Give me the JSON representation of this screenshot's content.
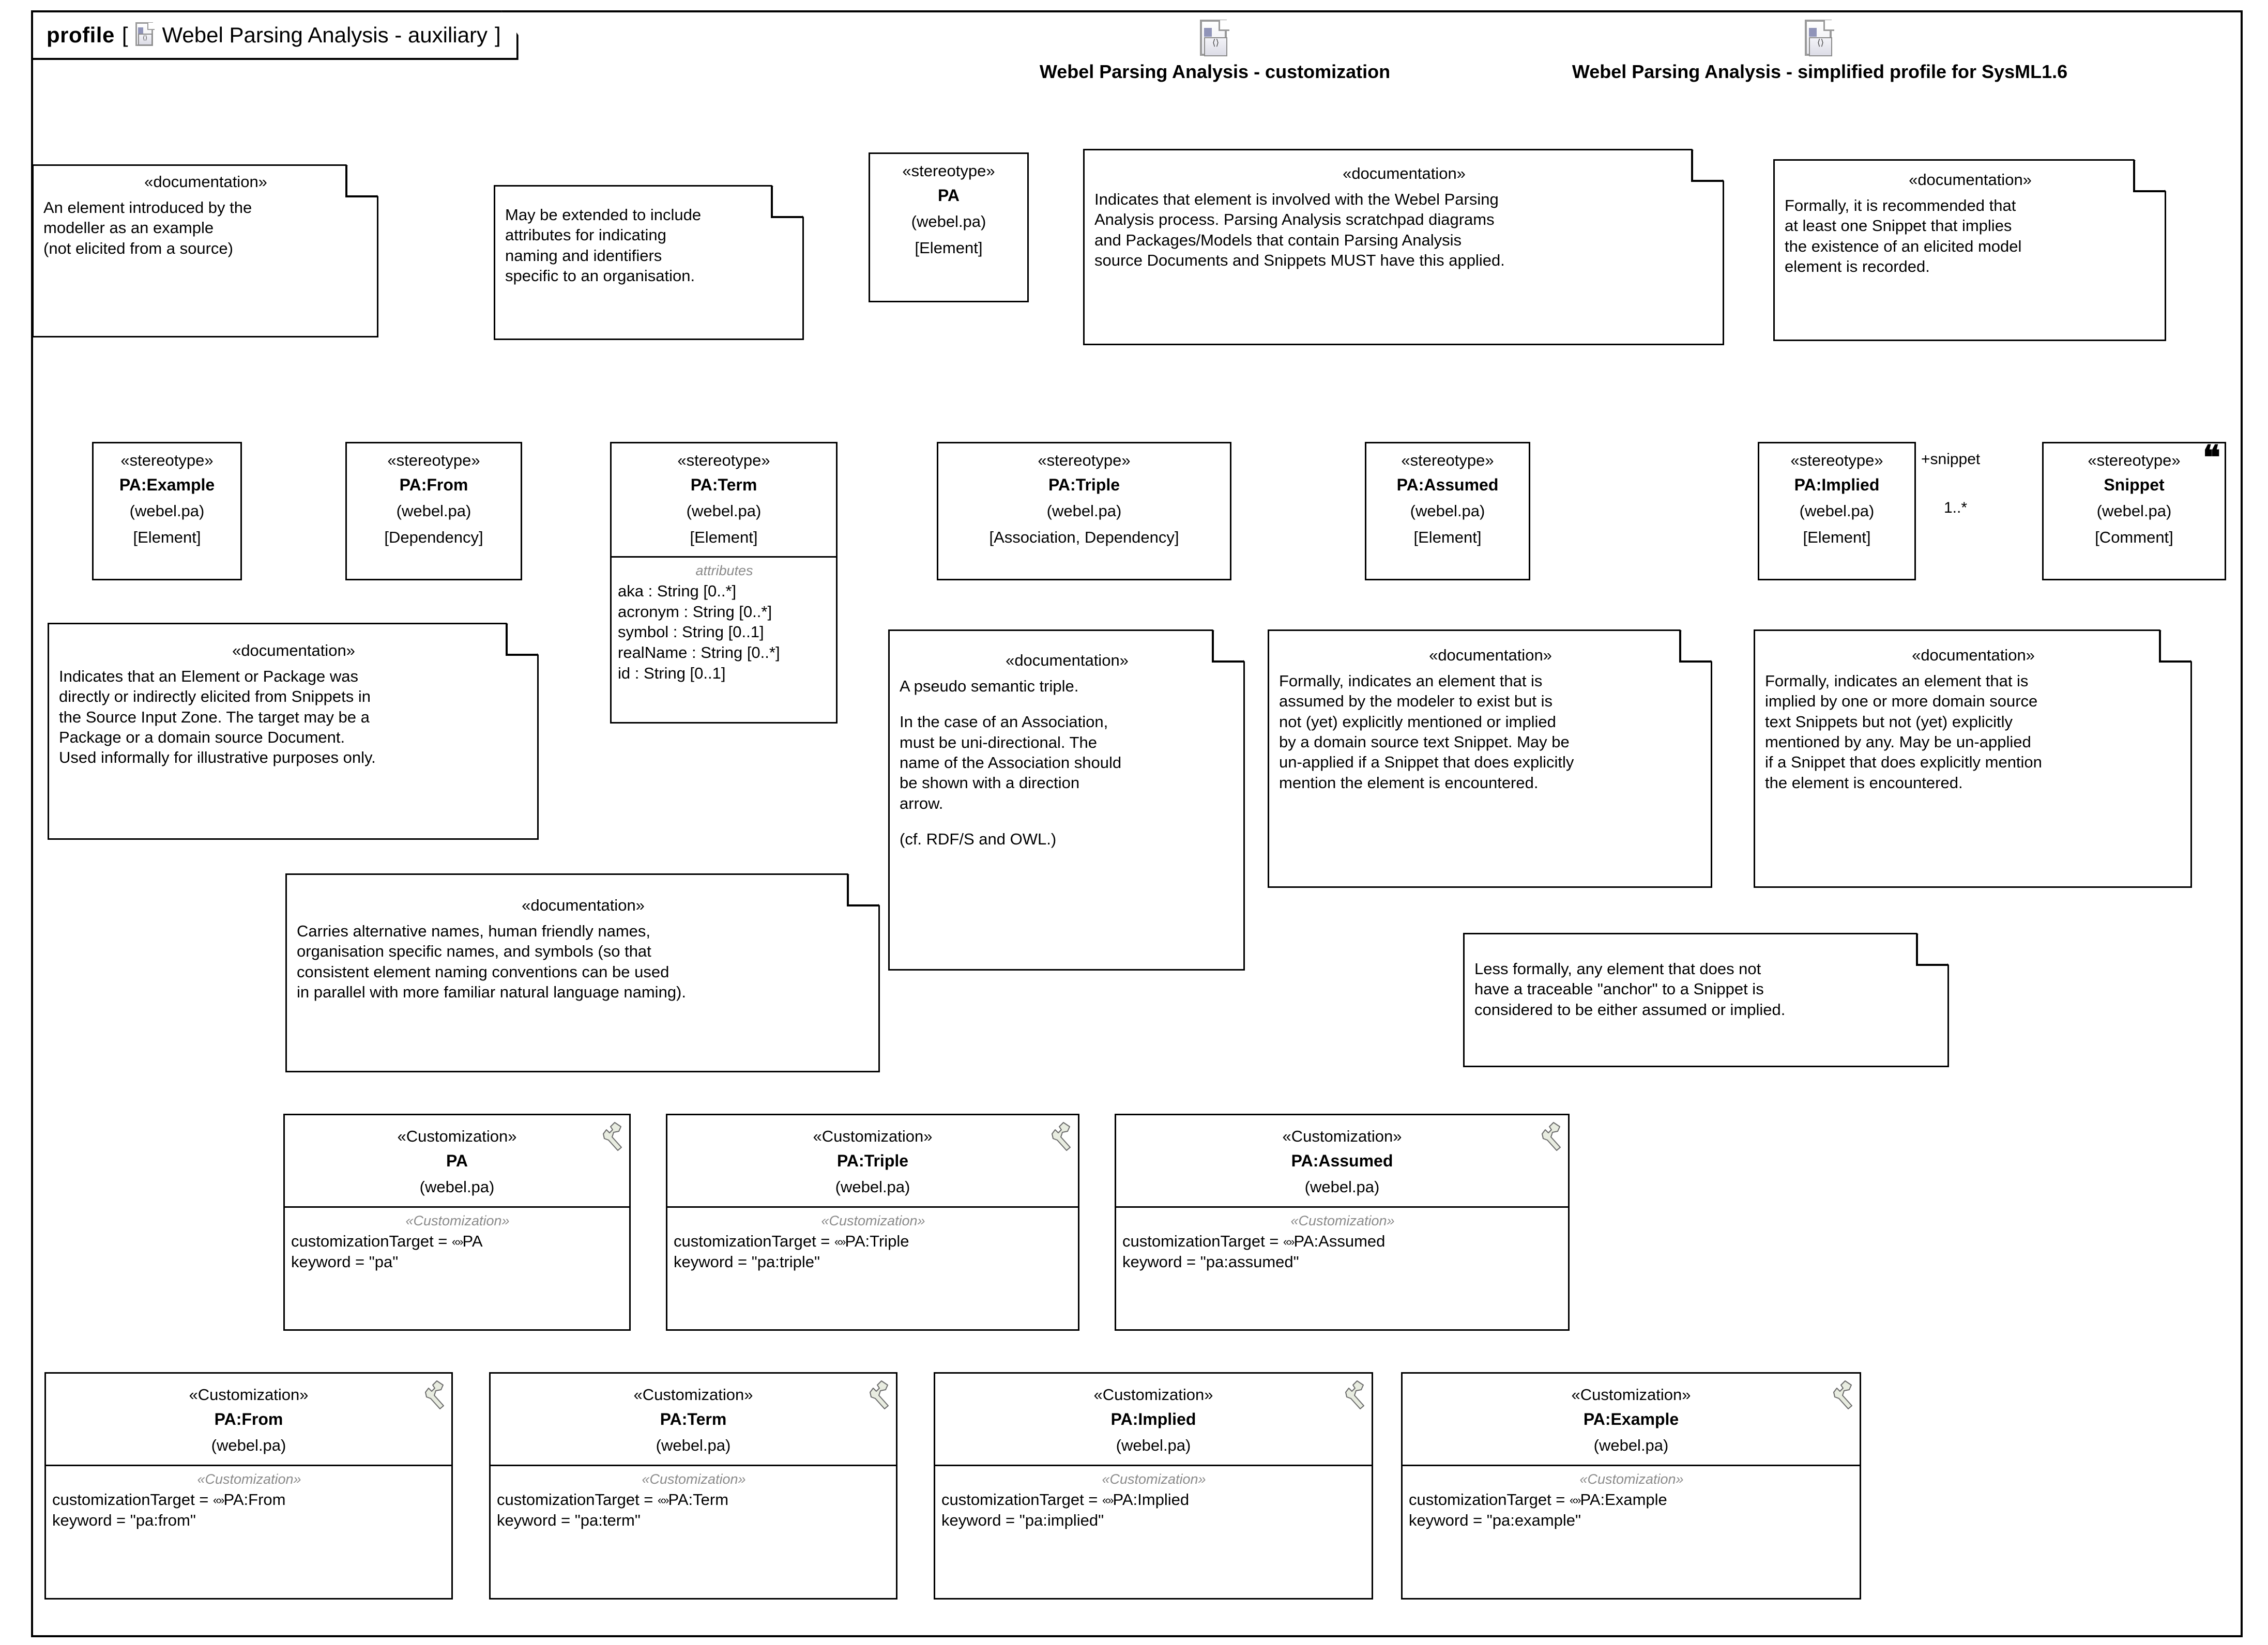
{
  "frame": {
    "keyword": "profile",
    "bracket_open": "[",
    "bracket_close": "]",
    "title": "Webel Parsing Analysis - auxiliary",
    "icon": "profile-document-icon"
  },
  "package_labels": [
    {
      "name": "Webel Parsing Analysis - customization",
      "icon": "profile-document-icon"
    },
    {
      "name": "Webel Parsing Analysis - simplified profile for SysML1.6",
      "icon": "profile-document-icon"
    }
  ],
  "stereotypes": {
    "pa": {
      "kw": "«stereotype»",
      "name": "PA",
      "pkg": "(webel.pa)",
      "meta": "[Element]"
    },
    "example": {
      "kw": "«stereotype»",
      "name": "PA:Example",
      "pkg": "(webel.pa)",
      "meta": "[Element]"
    },
    "from": {
      "kw": "«stereotype»",
      "name": "PA:From",
      "pkg": "(webel.pa)",
      "meta": "[Dependency]"
    },
    "term": {
      "kw": "«stereotype»",
      "name": "PA:Term",
      "pkg": "(webel.pa)",
      "meta": "[Element]",
      "compartment": "attributes",
      "attributes": [
        "aka : String [0..*]",
        "acronym : String [0..*]",
        "symbol : String [0..1]",
        "realName : String [0..*]",
        "id : String [0..1]"
      ]
    },
    "triple": {
      "kw": "«stereotype»",
      "name": "PA:Triple",
      "pkg": "(webel.pa)",
      "meta": "[Association, Dependency]"
    },
    "assumed": {
      "kw": "«stereotype»",
      "name": "PA:Assumed",
      "pkg": "(webel.pa)",
      "meta": "[Element]"
    },
    "implied": {
      "kw": "«stereotype»",
      "name": "PA:Implied",
      "pkg": "(webel.pa)",
      "meta": "[Element]"
    },
    "snippet": {
      "kw": "«stereotype»",
      "name": "Snippet",
      "pkg": "(webel.pa)",
      "meta": "[Comment]",
      "icon": "quote-icon"
    }
  },
  "association": {
    "role": "+snippet",
    "multiplicity": "1..*"
  },
  "notes": {
    "doc_keyword": "«documentation»",
    "example": {
      "stereotype": "«documentation»",
      "lines": [
        "An element introduced by the",
        "modeller as an example",
        "(not elicited from a source)"
      ]
    },
    "extend": {
      "lines": [
        "May be extended to include",
        "attributes for indicating",
        "naming and identifiers",
        "specific to an organisation."
      ]
    },
    "pa": {
      "stereotype": "«documentation»",
      "lines": [
        "Indicates that element is involved with the Webel Parsing",
        "Analysis process. Parsing Analysis scratchpad diagrams",
        "and Packages/Models that contain Parsing Analysis",
        "source Documents and Snippets MUST have this applied."
      ]
    },
    "snippet": {
      "stereotype": "«documentation»",
      "lines": [
        "Formally, it is recommended that",
        "at least one Snippet that implies",
        "the existence of an elicited model",
        "element is recorded."
      ]
    },
    "from": {
      "stereotype": "«documentation»",
      "lines": [
        "Indicates that an Element or Package was",
        "directly or indirectly elicited from Snippets in",
        "the Source Input Zone. The target may be a",
        "Package or a domain source Document.",
        "Used informally for illustrative purposes only."
      ]
    },
    "triple": {
      "stereotype": "«documentation»",
      "lines": [
        "A pseudo semantic triple.",
        "",
        "In the case of an Association,",
        "must be uni-directional. The",
        "name of the Association should",
        "be shown with a direction",
        "arrow.",
        "",
        "(cf. RDF/S and OWL.)"
      ]
    },
    "assumed": {
      "stereotype": "«documentation»",
      "lines": [
        "Formally, indicates an element that is",
        "assumed by the modeler to exist but is",
        "not (yet) explicitly mentioned or implied",
        "by a domain source text Snippet. May be",
        "un-applied if a Snippet that does explicitly",
        "mention the element is encountered."
      ]
    },
    "implied": {
      "stereotype": "«documentation»",
      "lines": [
        "Formally, indicates an element that is",
        "implied by one or more domain source",
        "text Snippets but not (yet) explicitly",
        "mentioned by any. May be un-applied",
        "if a Snippet that does explicitly mention",
        "the element is encountered."
      ]
    },
    "term": {
      "stereotype": "«documentation»",
      "lines": [
        "Carries alternative names, human friendly names,",
        "organisation specific names, and symbols (so that",
        "consistent element naming conventions can be used",
        "in parallel with more familiar natural language naming)."
      ]
    },
    "lessformally": {
      "lines": [
        "Less formally, any element that does not",
        "have a traceable \"anchor\" to a Snippet is",
        "considered to be either assumed or implied."
      ]
    }
  },
  "customizations": {
    "keyword": "«Customization»",
    "compartment": "«Customization»",
    "guillemets": "«»",
    "items": [
      {
        "name": "PA",
        "pkg": "(webel.pa)",
        "target_prefix": "customizationTarget = ",
        "target": "PA",
        "keyword_line": "keyword = \"pa\"",
        "icon": "wrench-icon"
      },
      {
        "name": "PA:Triple",
        "pkg": "(webel.pa)",
        "target_prefix": "customizationTarget = ",
        "target": "PA:Triple",
        "keyword_line": "keyword = \"pa:triple\"",
        "icon": "wrench-icon"
      },
      {
        "name": "PA:Assumed",
        "pkg": "(webel.pa)",
        "target_prefix": "customizationTarget = ",
        "target": "PA:Assumed",
        "keyword_line": "keyword = \"pa:assumed\"",
        "icon": "wrench-icon"
      },
      {
        "name": "PA:From",
        "pkg": "(webel.pa)",
        "target_prefix": "customizationTarget = ",
        "target": "PA:From",
        "keyword_line": "keyword = \"pa:from\"",
        "icon": "wrench-icon"
      },
      {
        "name": "PA:Term",
        "pkg": "(webel.pa)",
        "target_prefix": "customizationTarget = ",
        "target": "PA:Term",
        "keyword_line": "keyword = \"pa:term\"",
        "icon": "wrench-icon"
      },
      {
        "name": "PA:Implied",
        "pkg": "(webel.pa)",
        "target_prefix": "customizationTarget = ",
        "target": "PA:Implied",
        "keyword_line": "keyword = \"pa:implied\"",
        "icon": "wrench-icon"
      },
      {
        "name": "PA:Example",
        "pkg": "(webel.pa)",
        "target_prefix": "customizationTarget = ",
        "target": "PA:Example",
        "keyword_line": "keyword = \"pa:example\"",
        "icon": "wrench-icon"
      }
    ]
  },
  "colors": {
    "line": "#000000",
    "background": "#ffffff",
    "muted": "#8a8a8a",
    "icon_accent": "#9094b8"
  }
}
